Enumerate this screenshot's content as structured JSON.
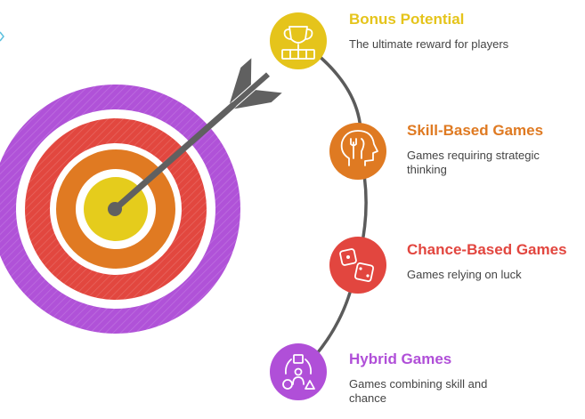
{
  "colors": {
    "yellow": "#e5cc1c",
    "orange": "#e07a22",
    "red": "#e2473f",
    "purple": "#b052d8",
    "connector": "#5b5b5b",
    "arrow": "#606060"
  },
  "items": [
    {
      "title": "Bonus Potential",
      "desc": "The ultimate reward for players",
      "icon": "trophy-icon",
      "color": "#e5c41b"
    },
    {
      "title": "Skill-Based Games",
      "desc": "Games requiring strategic thinking",
      "icon": "head-fork-knife-icon",
      "color": "#df7a22"
    },
    {
      "title": "Chance-Based Games",
      "desc": "Games relying on luck",
      "icon": "dice-icon",
      "color": "#e2463f"
    },
    {
      "title": "Hybrid Games",
      "desc": "Games combining skill and chance",
      "icon": "person-shapes-icon",
      "color": "#b04fd8"
    }
  ]
}
